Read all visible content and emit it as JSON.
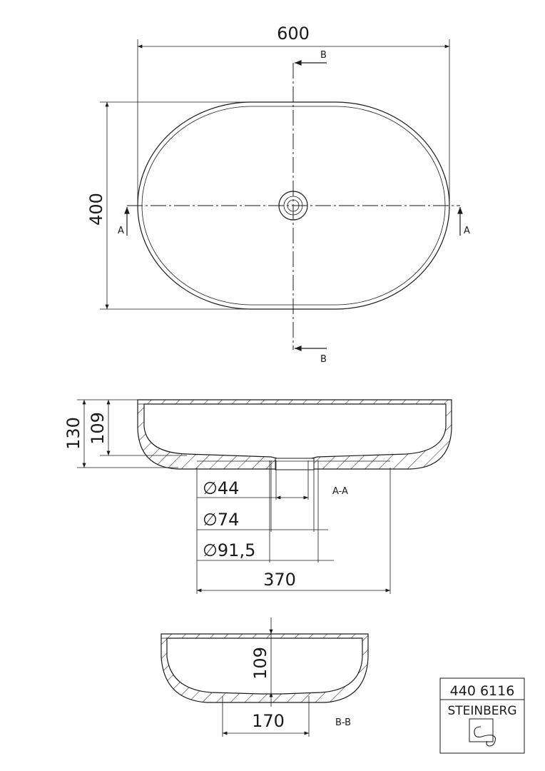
{
  "top_view": {
    "width_dim": "600",
    "height_dim": "400",
    "section_a_left": "A",
    "section_a_right": "A",
    "section_b_top": "B",
    "section_b_bottom": "B"
  },
  "section_aa": {
    "label": "A-A",
    "total_height_dim": "130",
    "inner_depth_dim": "109",
    "drain_44": "∅44",
    "drain_74": "∅74",
    "drain_91_5": "∅91,5",
    "base_width_dim": "370"
  },
  "section_bb": {
    "label": "B-B",
    "inner_depth_dim": "109",
    "base_width_dim": "170"
  },
  "title_block": {
    "article_number": "440 6116",
    "brand": "STEINBERG"
  }
}
